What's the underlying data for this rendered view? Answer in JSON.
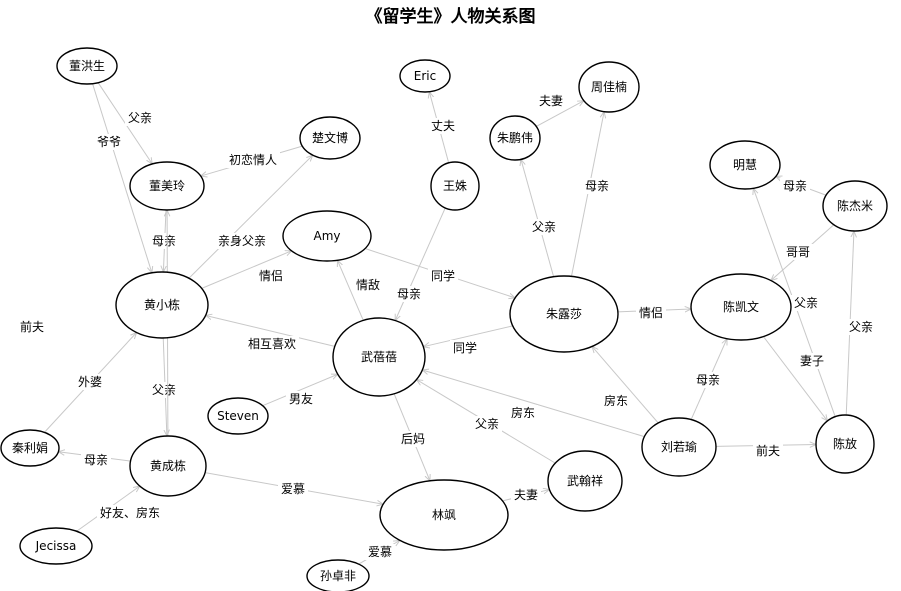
{
  "title": "《留学生》人物关系图",
  "nodes": [
    {
      "id": "n0",
      "label": "董洪生"
    },
    {
      "id": "n1",
      "label": "董美玲"
    },
    {
      "id": "n2",
      "label": "楚文博"
    },
    {
      "id": "n3",
      "label": "黄小栋"
    },
    {
      "id": "n4",
      "label": "Amy"
    },
    {
      "id": "n5",
      "label": "武蓓蓓"
    },
    {
      "id": "n6",
      "label": "Steven"
    },
    {
      "id": "n7",
      "label": "秦利娟"
    },
    {
      "id": "n8",
      "label": "黄成栋"
    },
    {
      "id": "n9",
      "label": "Jecissa"
    },
    {
      "id": "n10",
      "label": "林飒"
    },
    {
      "id": "n11",
      "label": "孙卓非"
    },
    {
      "id": "n12",
      "label": "Eric"
    },
    {
      "id": "n13",
      "label": "王姝"
    },
    {
      "id": "n14",
      "label": "朱鹏伟"
    },
    {
      "id": "n15",
      "label": "周佳楠"
    },
    {
      "id": "n16",
      "label": "朱露莎"
    },
    {
      "id": "n17",
      "label": "武翰祥"
    },
    {
      "id": "n18",
      "label": "刘若瑜"
    },
    {
      "id": "n19",
      "label": "陈凯文"
    },
    {
      "id": "n20",
      "label": "明慧"
    },
    {
      "id": "n21",
      "label": "陈杰米"
    },
    {
      "id": "n22",
      "label": "陈放"
    }
  ],
  "edges": [
    {
      "label": "父亲"
    },
    {
      "label": "爷爷"
    },
    {
      "label": "初恋情人"
    },
    {
      "label": "母亲"
    },
    {
      "label": "亲身父亲"
    },
    {
      "label": "情侣"
    },
    {
      "label": "情敌"
    },
    {
      "label": "相互喜欢"
    },
    {
      "label": "同学"
    },
    {
      "label": "母亲"
    },
    {
      "label": "丈夫"
    },
    {
      "label": "男友"
    },
    {
      "label": "父亲"
    },
    {
      "label": "前夫"
    },
    {
      "label": "外婆"
    },
    {
      "label": "母亲"
    },
    {
      "label": "好友、房东"
    },
    {
      "label": "爱慕"
    },
    {
      "label": "后妈"
    },
    {
      "label": "爱慕"
    },
    {
      "label": "夫妻"
    },
    {
      "label": "父亲"
    },
    {
      "label": "夫妻"
    },
    {
      "label": "母亲"
    },
    {
      "label": "父亲"
    },
    {
      "label": "同学"
    },
    {
      "label": "情侣"
    },
    {
      "label": "房东"
    },
    {
      "label": "房东"
    },
    {
      "label": "母亲"
    },
    {
      "label": "前夫"
    },
    {
      "label": "母亲"
    },
    {
      "label": "哥哥"
    },
    {
      "label": "父亲"
    },
    {
      "label": "妻子"
    },
    {
      "label": "父亲"
    }
  ]
}
